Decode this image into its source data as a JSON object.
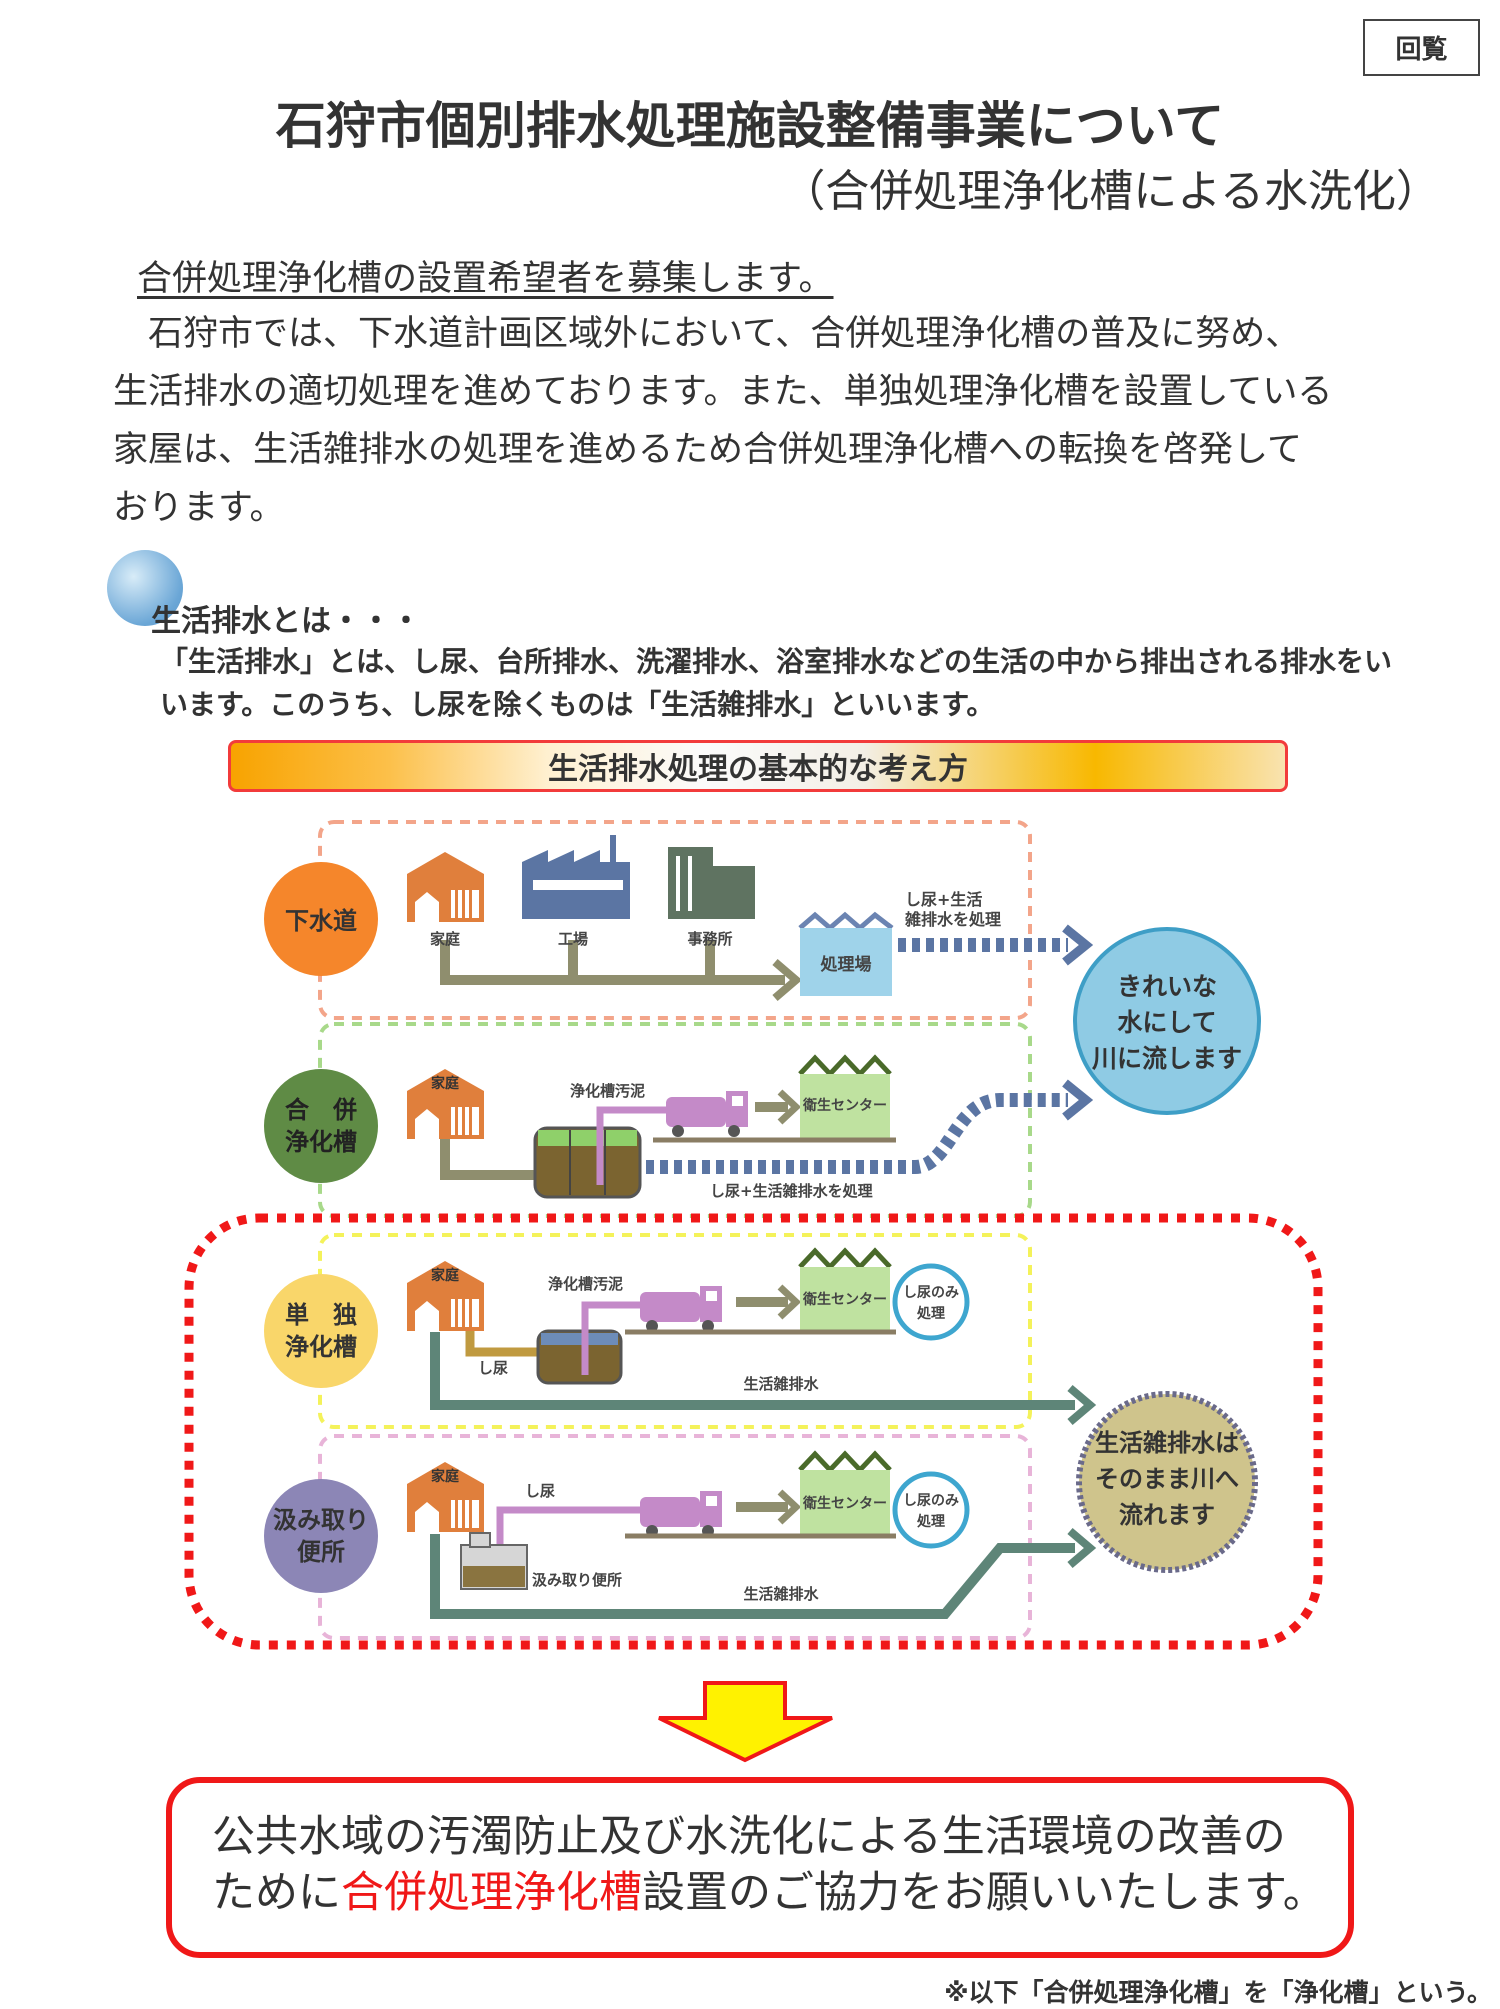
{
  "stamp": "回覧",
  "title": "石狩市個別排水処理施設整備事業について",
  "subtitle": "（合併処理浄化槽による水洗化）",
  "lead": "合併処理浄化槽の設置希望者を募集します。",
  "intro": [
    "　石狩市では、下水道計画区域外において、合併処理浄化槽の普及に努め、",
    "生活排水の適切処理を進めております。また、単独処理浄化槽を設置している",
    "家屋は、生活雑排水の処理を進めるため合併処理浄化槽への転換を啓発して",
    "おります。"
  ],
  "definition": {
    "heading": "生活排水とは・・・",
    "lines": [
      "「生活排水」とは、し尿、台所排水、洗濯排水、浴室排水などの生活の中から排出される排水をい",
      "います。このうち、し尿を除くものは「生活雑排水」といいます。"
    ]
  },
  "diagram": {
    "banner": "生活排水処理の基本的な考え方",
    "rows": {
      "sewer": {
        "label": "下水道",
        "house": "家庭",
        "factory": "工場",
        "office": "事務所",
        "plant": "処理場",
        "flow1": "し尿+生活",
        "flow2": "雑排水を処理"
      },
      "combined": {
        "label1": "合　併",
        "label2": "浄化槽",
        "house": "家庭",
        "sludge": "浄化槽汚泥",
        "center": "衛生センター",
        "flow": "し尿+生活雑排水を処理"
      },
      "single": {
        "label1": "単　独",
        "label2": "浄化槽",
        "house": "家庭",
        "sludge": "浄化槽汚泥",
        "center": "衛生センター",
        "only1": "し尿のみ",
        "only2": "処理",
        "nightsoil": "し尿",
        "gray": "生活雑排水"
      },
      "pit": {
        "label1": "汲み取り",
        "label2": "便所",
        "house": "家庭",
        "nightsoil": "し尿",
        "center": "衛生センター",
        "only1": "し尿のみ",
        "only2": "処理",
        "pit_label": "汲み取り便所",
        "gray": "生活雑排水"
      }
    },
    "clean": [
      "きれいな",
      "水にして",
      "川に流します"
    ],
    "untreated": [
      "生活雑排水は",
      "そのまま川へ",
      "流れます"
    ],
    "colors": {
      "sewer": "#f5862b",
      "combined": "#5f8b45",
      "single": "#f9d66a",
      "pit": "#8c86b6",
      "clean": "#8fcbe4",
      "untreated": "#cfc48c",
      "alert": "#f01818"
    }
  },
  "appeal": {
    "line1": "公共水域の汚濁防止及び水洗化による生活環境の改善の",
    "line2_pre": "ために",
    "line2_em": "合併処理浄化槽",
    "line2_post": "設置のご協力をお願いいたします。"
  },
  "footnote": "※以下「合併処理浄化槽」を「浄化槽」という。"
}
